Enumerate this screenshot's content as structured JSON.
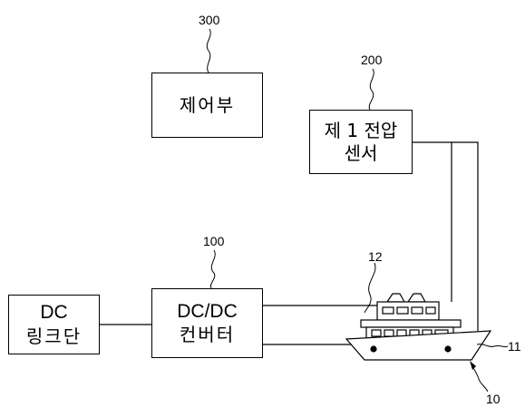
{
  "controller": {
    "ref": "300",
    "text": "제어부"
  },
  "voltage_sensor": {
    "ref": "200",
    "line1": "제 1 전압",
    "line2": "센서"
  },
  "converter": {
    "ref": "100",
    "line1": "DC/DC",
    "line2": "컨버터"
  },
  "dc_link": {
    "line1": "DC",
    "line2": "링크단"
  },
  "capacitor": {
    "ref_body": "11",
    "ref_top": "12",
    "ref_assembly": "10"
  }
}
